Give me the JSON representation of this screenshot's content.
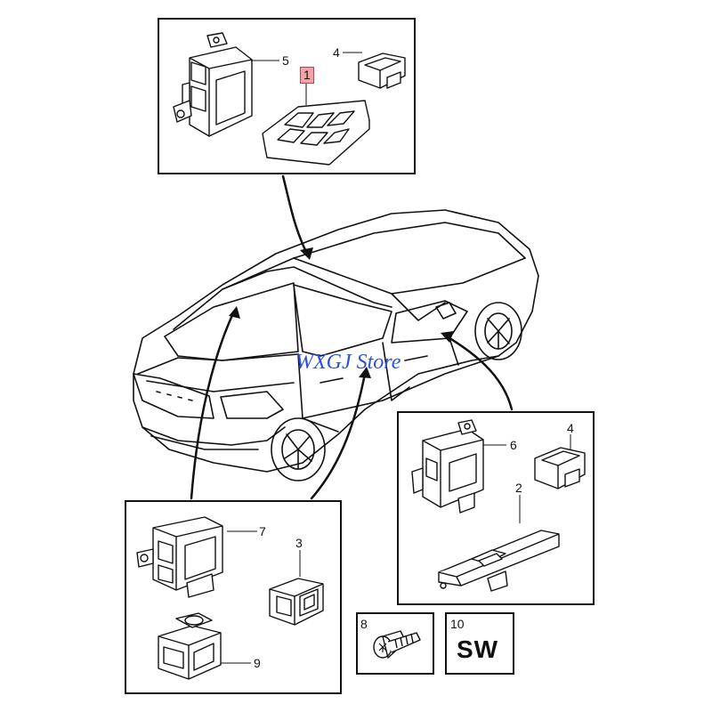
{
  "callouts": {
    "c1": "1",
    "c2": "2",
    "c3": "3",
    "c4a": "4",
    "c4b": "4",
    "c5": "5",
    "c6": "6",
    "c7": "7",
    "c8": "8",
    "c9": "9",
    "c10": "10"
  },
  "sw_label": "SW",
  "watermark": "WXGJ Store",
  "colors": {
    "line": "#111111",
    "highlight": "#f2a3a8",
    "watermark": "#2a52d6"
  }
}
